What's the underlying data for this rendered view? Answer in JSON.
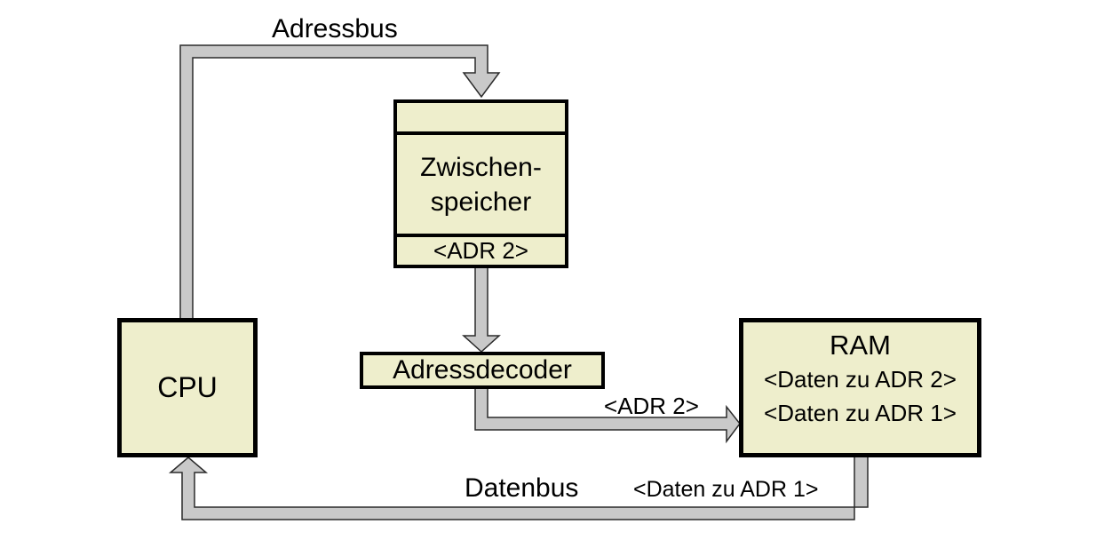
{
  "diagram": {
    "labels": {
      "adressbus": "Adressbus",
      "datenbus": "Datenbus",
      "adr2_on_bus": "<ADR 2>",
      "daten_zu_adr1_on_bus": "<Daten zu ADR 1>"
    },
    "nodes": {
      "cpu": {
        "label": "CPU"
      },
      "zwischenspeicher": {
        "line1": "Zwischen-",
        "line2": "speicher",
        "address": "<ADR 2>"
      },
      "adressdecoder": {
        "label": "Adressdecoder"
      },
      "ram": {
        "title": "RAM",
        "row1": "<Daten zu ADR 2>",
        "row2": "<Daten zu ADR 1>"
      }
    },
    "colors": {
      "box_fill": "#eeeecc",
      "box_border": "#000000",
      "bus_fill": "#c9c9c9",
      "bus_outline": "#2b2b2b",
      "background": "#ffffff",
      "text": "#000000"
    }
  }
}
